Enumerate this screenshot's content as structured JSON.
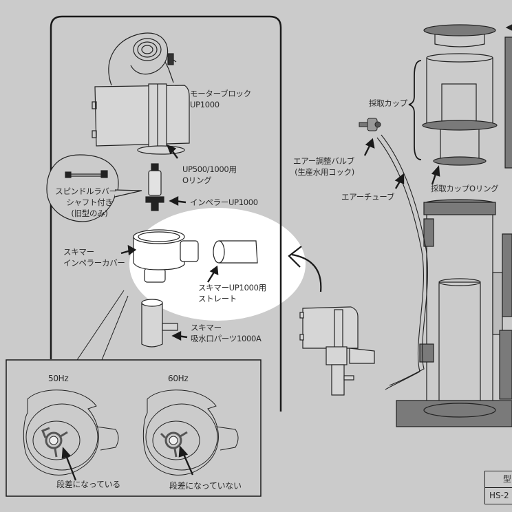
{
  "labels": {
    "motor_block": [
      "モーターブロック",
      "UP1000"
    ],
    "o_ring": [
      "UP500/1000用",
      "Oリング"
    ],
    "spindle_callout": [
      "スピンドルラバー",
      "シャフト付き",
      "(旧型のみ)"
    ],
    "impeller": "インペラーUP1000",
    "impeller_cover": [
      "スキマー",
      "インペラーカバー"
    ],
    "straight": [
      "スキマーUP1000用",
      "ストレート"
    ],
    "intake_parts": [
      "スキマー",
      "吸水口パーツ1000A"
    ],
    "collection_cup": "採取カップ",
    "air_valve": [
      "エアー調整バルブ",
      "(生産水用コック)"
    ],
    "air_tube": "エアーチューブ",
    "cup_o_ring": "採取カップOリング"
  },
  "detail_box": {
    "left": {
      "freq": "50Hz",
      "caption": "段差になっている"
    },
    "right": {
      "freq": "60Hz",
      "caption": "段差になっていない"
    }
  },
  "model_table": {
    "header": "型",
    "value": "HS-2"
  }
}
